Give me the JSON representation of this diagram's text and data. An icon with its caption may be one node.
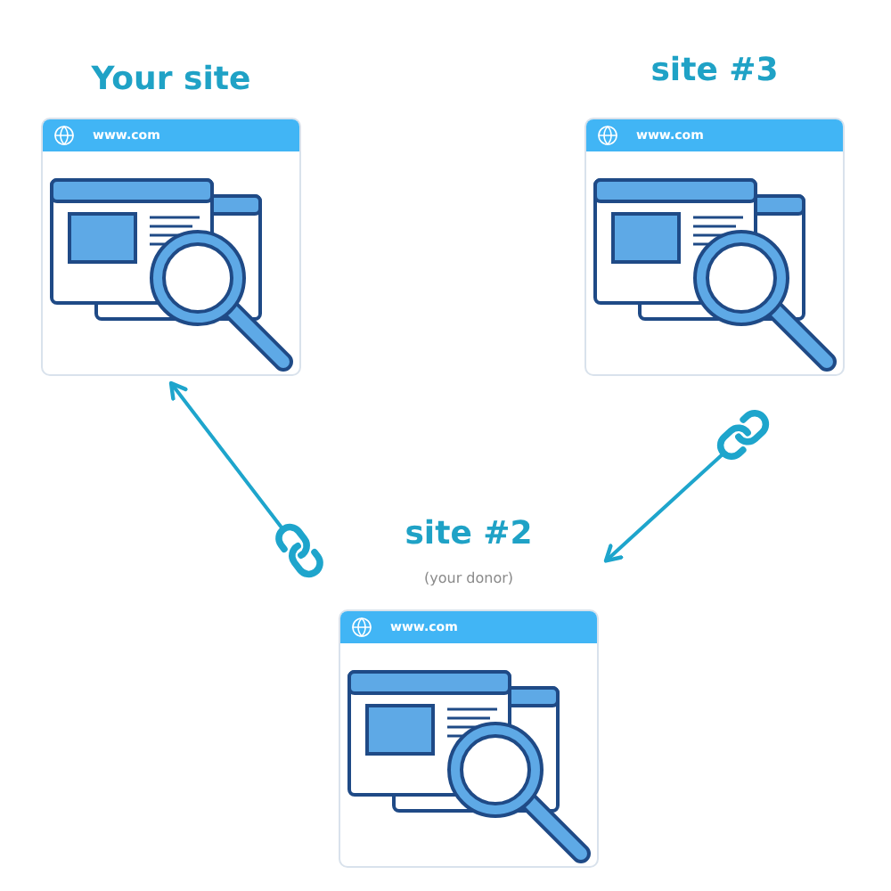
{
  "diagram": {
    "nodes": [
      {
        "text": [
          "Your site",
          "www.com"
        ]
      },
      {
        "text": [
          "site #3",
          "www.com"
        ]
      },
      {
        "text": [
          "site #2",
          "(your donor)",
          "www.com"
        ]
      }
    ],
    "edges": [
      {
        "from": 2,
        "to": 0,
        "arrow": "to"
      },
      {
        "from": 1,
        "to": 2,
        "arrow": "to"
      }
    ]
  }
}
